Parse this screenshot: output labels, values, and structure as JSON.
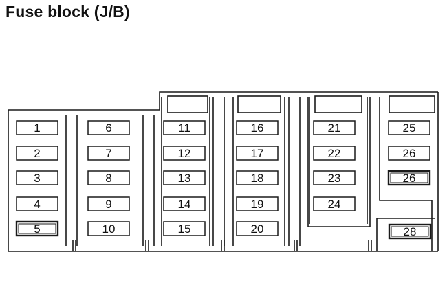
{
  "title": "Fuse block (J/B)",
  "colors": {
    "line": "#1a1a1a",
    "background": "#ffffff",
    "text": "#111111"
  },
  "columns": [
    {
      "fuses": [
        "1",
        "2",
        "3",
        "4",
        "5"
      ]
    },
    {
      "fuses": [
        "6",
        "7",
        "8",
        "9",
        "10"
      ]
    },
    {
      "fuses": [
        "11",
        "12",
        "13",
        "14",
        "15"
      ]
    },
    {
      "fuses": [
        "16",
        "17",
        "18",
        "19",
        "20"
      ]
    },
    {
      "fuses": [
        "21",
        "22",
        "23",
        "24"
      ]
    },
    {
      "fuses": [
        "25",
        "26",
        "26"
      ]
    }
  ],
  "separate_fuse": "28"
}
